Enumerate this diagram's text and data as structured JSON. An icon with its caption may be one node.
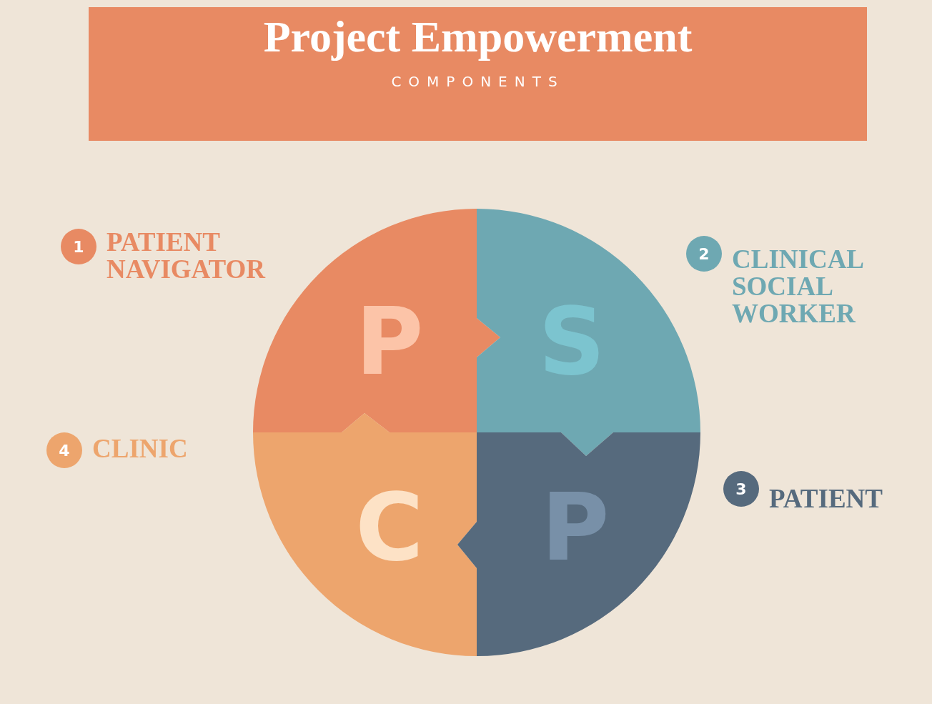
{
  "diagram": {
    "title": "Project Empowerment",
    "nodes": [
      {
        "text": [
          "P"
        ]
      },
      {
        "text": [
          "S"
        ]
      },
      {
        "text": [
          "C"
        ]
      },
      {
        "text": [
          "P"
        ]
      },
      {
        "text": [
          "1"
        ],
        "beside": [
          "PATIENT NAVIGATOR"
        ]
      },
      {
        "text": [
          "2"
        ],
        "beside": [
          "CLINICAL SOCIAL WORKER"
        ]
      },
      {
        "text": [
          "3"
        ],
        "beside": [
          "PATIENT"
        ]
      },
      {
        "text": [
          "4"
        ],
        "beside": [
          "CLINIC"
        ]
      }
    ],
    "labels": [
      "COMPONENTS"
    ]
  }
}
